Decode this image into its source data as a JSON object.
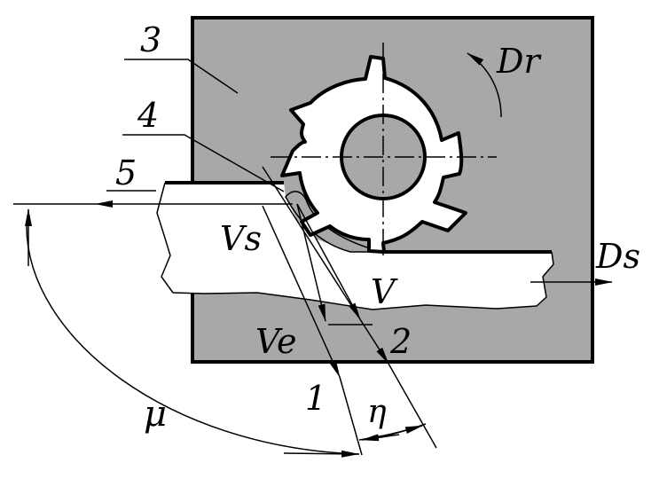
{
  "colors": {
    "workpiece_fill": "#a8a8a8",
    "cut_layer_fill": "#a8a8a8",
    "stroke": "#000000",
    "background": "#ffffff"
  },
  "labels": {
    "part_3": "3",
    "part_4": "4",
    "part_5": "5",
    "rotation": "Dr",
    "feed": "Ds",
    "velocity_feed": "Vs",
    "velocity_cut": "V",
    "velocity_effective": "Ve",
    "direction_1": "1",
    "direction_2": "2",
    "angle_mu": "μ",
    "angle_eta": "η"
  },
  "icons": {
    "cutter": "milling-cutter-icon"
  }
}
